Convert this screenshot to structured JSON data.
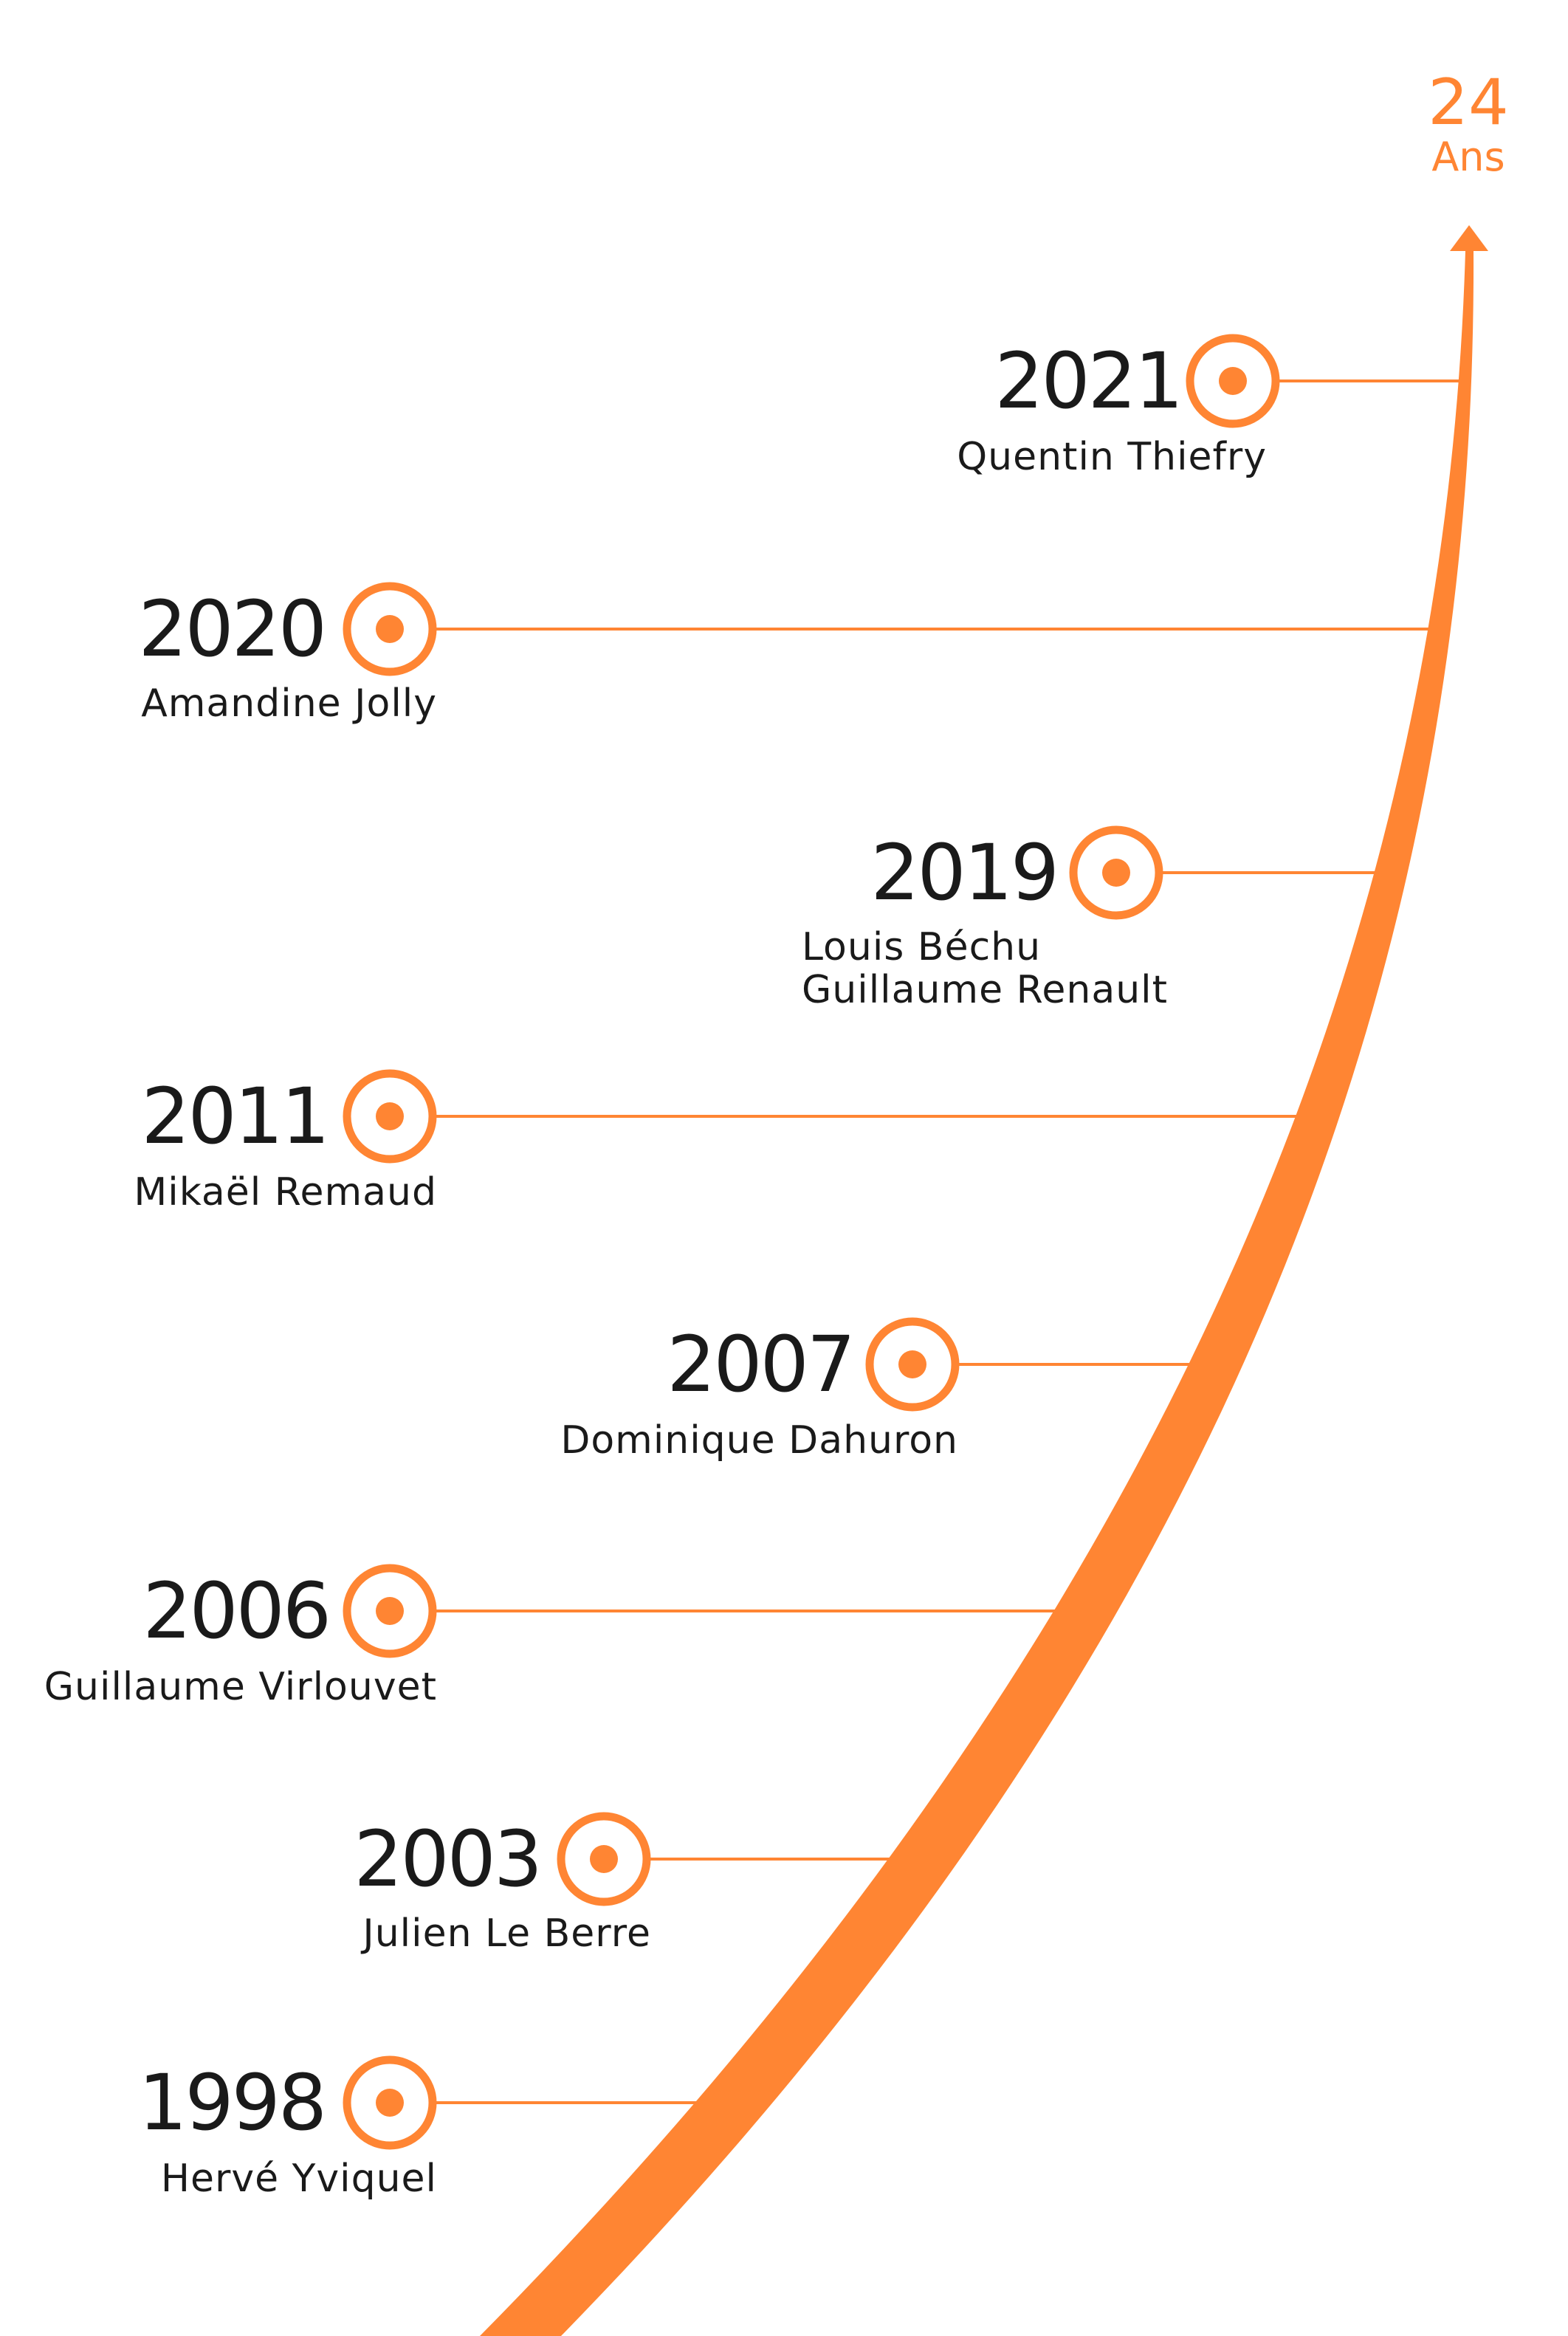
{
  "accent_color": "#ff8533",
  "text_color": "#1a1a1a",
  "top_label": {
    "number": "24",
    "unit": "Ans"
  },
  "timeline": [
    {
      "year": "2021",
      "names": [
        "Quentin Thiefry"
      ]
    },
    {
      "year": "2020",
      "names": [
        "Amandine Jolly"
      ]
    },
    {
      "year": "2019",
      "names": [
        "Louis Béchu",
        "Guillaume Renault"
      ]
    },
    {
      "year": "2011",
      "names": [
        "Mikaël Remaud"
      ]
    },
    {
      "year": "2007",
      "names": [
        "Dominique Dahuron"
      ]
    },
    {
      "year": "2006",
      "names": [
        "Guillaume Virlouvet"
      ]
    },
    {
      "year": "2003",
      "names": [
        "Julien Le Berre"
      ]
    },
    {
      "year": "1998",
      "names": [
        "Hervé Yviquel"
      ]
    }
  ]
}
